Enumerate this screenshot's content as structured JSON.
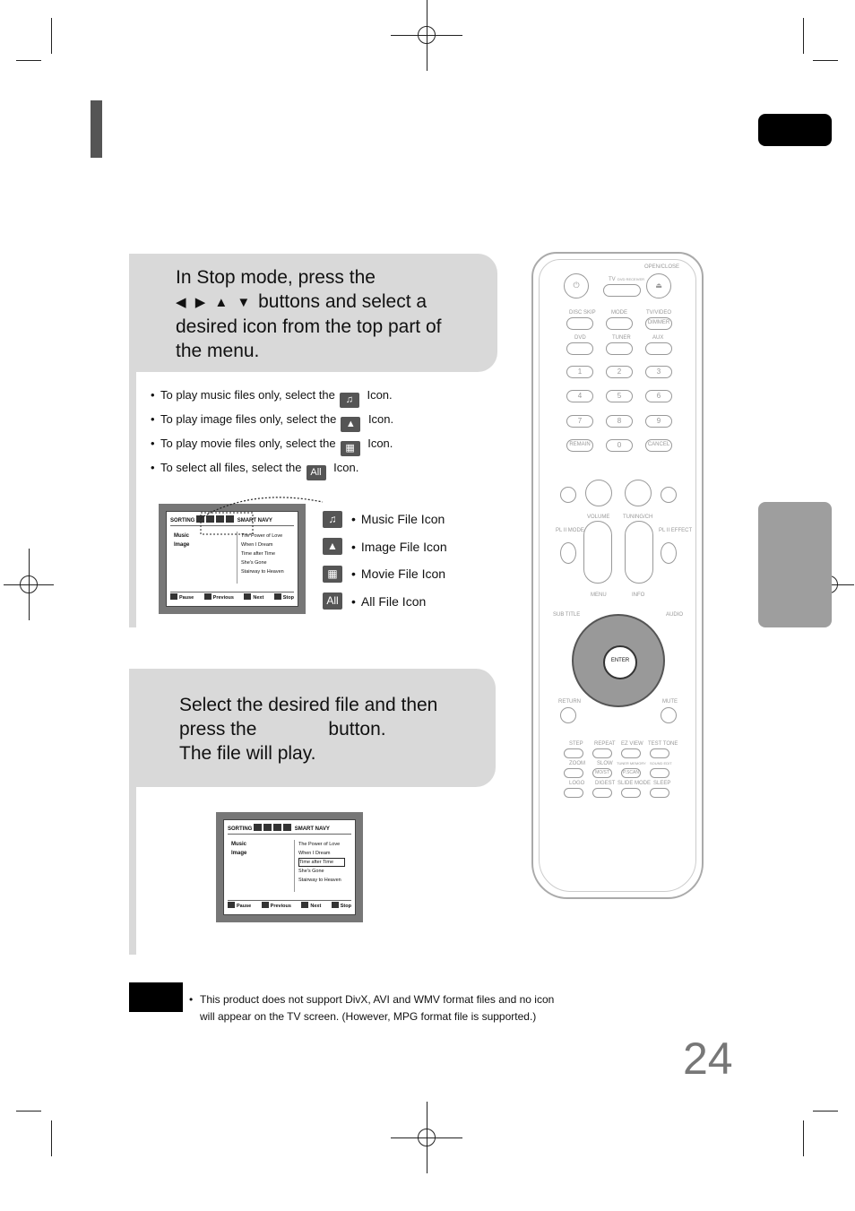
{
  "step1": {
    "line1": "In Stop mode, press the",
    "arrows": "◀ ▶ ▲ ▼",
    "line2_rest": " buttons and select a",
    "line3": "desired icon from the top part of",
    "line4": "the menu."
  },
  "bullets": [
    {
      "before": "To play music files only, select the",
      "icon": "music-note-icon",
      "glyph": "♫",
      "after": "Icon."
    },
    {
      "before": "To play image files only, select the",
      "icon": "person-icon",
      "glyph": "▲",
      "after": "Icon."
    },
    {
      "before": "To play movie files only, select the",
      "icon": "film-icon",
      "glyph": "▦",
      "after": "Icon."
    },
    {
      "before": "To select all files, select the",
      "icon": "all-icon",
      "glyph": "All",
      "after": "Icon."
    }
  ],
  "legend": [
    {
      "label": "Music File Icon",
      "icon": "music-note-icon",
      "glyph": "♫"
    },
    {
      "label": "Image File Icon",
      "icon": "person-icon",
      "glyph": "▲"
    },
    {
      "label": "Movie File Icon",
      "icon": "film-icon",
      "glyph": "▦"
    },
    {
      "label": "All File Icon",
      "icon": "all-icon",
      "glyph": "All"
    }
  ],
  "screen": {
    "sorting": "SORTING",
    "smart_navy": "SMART NAVY",
    "folders": [
      "Music",
      "Image"
    ],
    "files": [
      "The Power of Love",
      "When I Dream",
      "Time after Time",
      "She's Gone",
      "Stairway to Heaven"
    ],
    "bottom": [
      "Pause",
      "Previous",
      "Next",
      "Stop"
    ]
  },
  "step2": {
    "line1": "Select the desired file and then",
    "line2a": "press the",
    "line2b": "button.",
    "line3": "The file will play."
  },
  "remote": {
    "top_labels": [
      "OPEN/CLOSE",
      "TV",
      "DVD RECEIVER"
    ],
    "row1": [
      "DISC SKIP",
      "MODE",
      "TV/VIDEO"
    ],
    "row1_btn3": "DIMMER",
    "row2": [
      "DVD",
      "TUNER",
      "AUX"
    ],
    "digits": [
      "1",
      "2",
      "3",
      "4",
      "5",
      "6",
      "7",
      "8",
      "9"
    ],
    "row_last": [
      "REMAIN",
      "0",
      "CANCEL"
    ],
    "vol_labels": [
      "VOLUME",
      "TUNING/CH"
    ],
    "pl_labels": [
      "PL II MODE",
      "PL II EFFECT"
    ],
    "nav_labels": [
      "MENU",
      "INFO",
      "SUB TITLE",
      "AUDIO"
    ],
    "enter": "ENTER",
    "bottom_labels": [
      "RETURN",
      "MUTE"
    ],
    "grid_row1": [
      "STEP",
      "REPEAT",
      "EZ VIEW",
      "TEST TONE"
    ],
    "grid_row2": [
      "ZOOM",
      "SLOW",
      "TUNER MEMORY",
      "SOUND EDIT"
    ],
    "grid_row2_btns": [
      "MO/ST",
      "P.SCAN"
    ],
    "grid_row3": [
      "LOGO",
      "DIGEST",
      "SLIDE MODE",
      "SLEEP"
    ]
  },
  "note": {
    "line1": "This product does not support DivX, AVI and WMV format files and no icon",
    "line2": "will appear on the TV screen. (However, MPG format file is supported.)"
  },
  "page_number": "24"
}
